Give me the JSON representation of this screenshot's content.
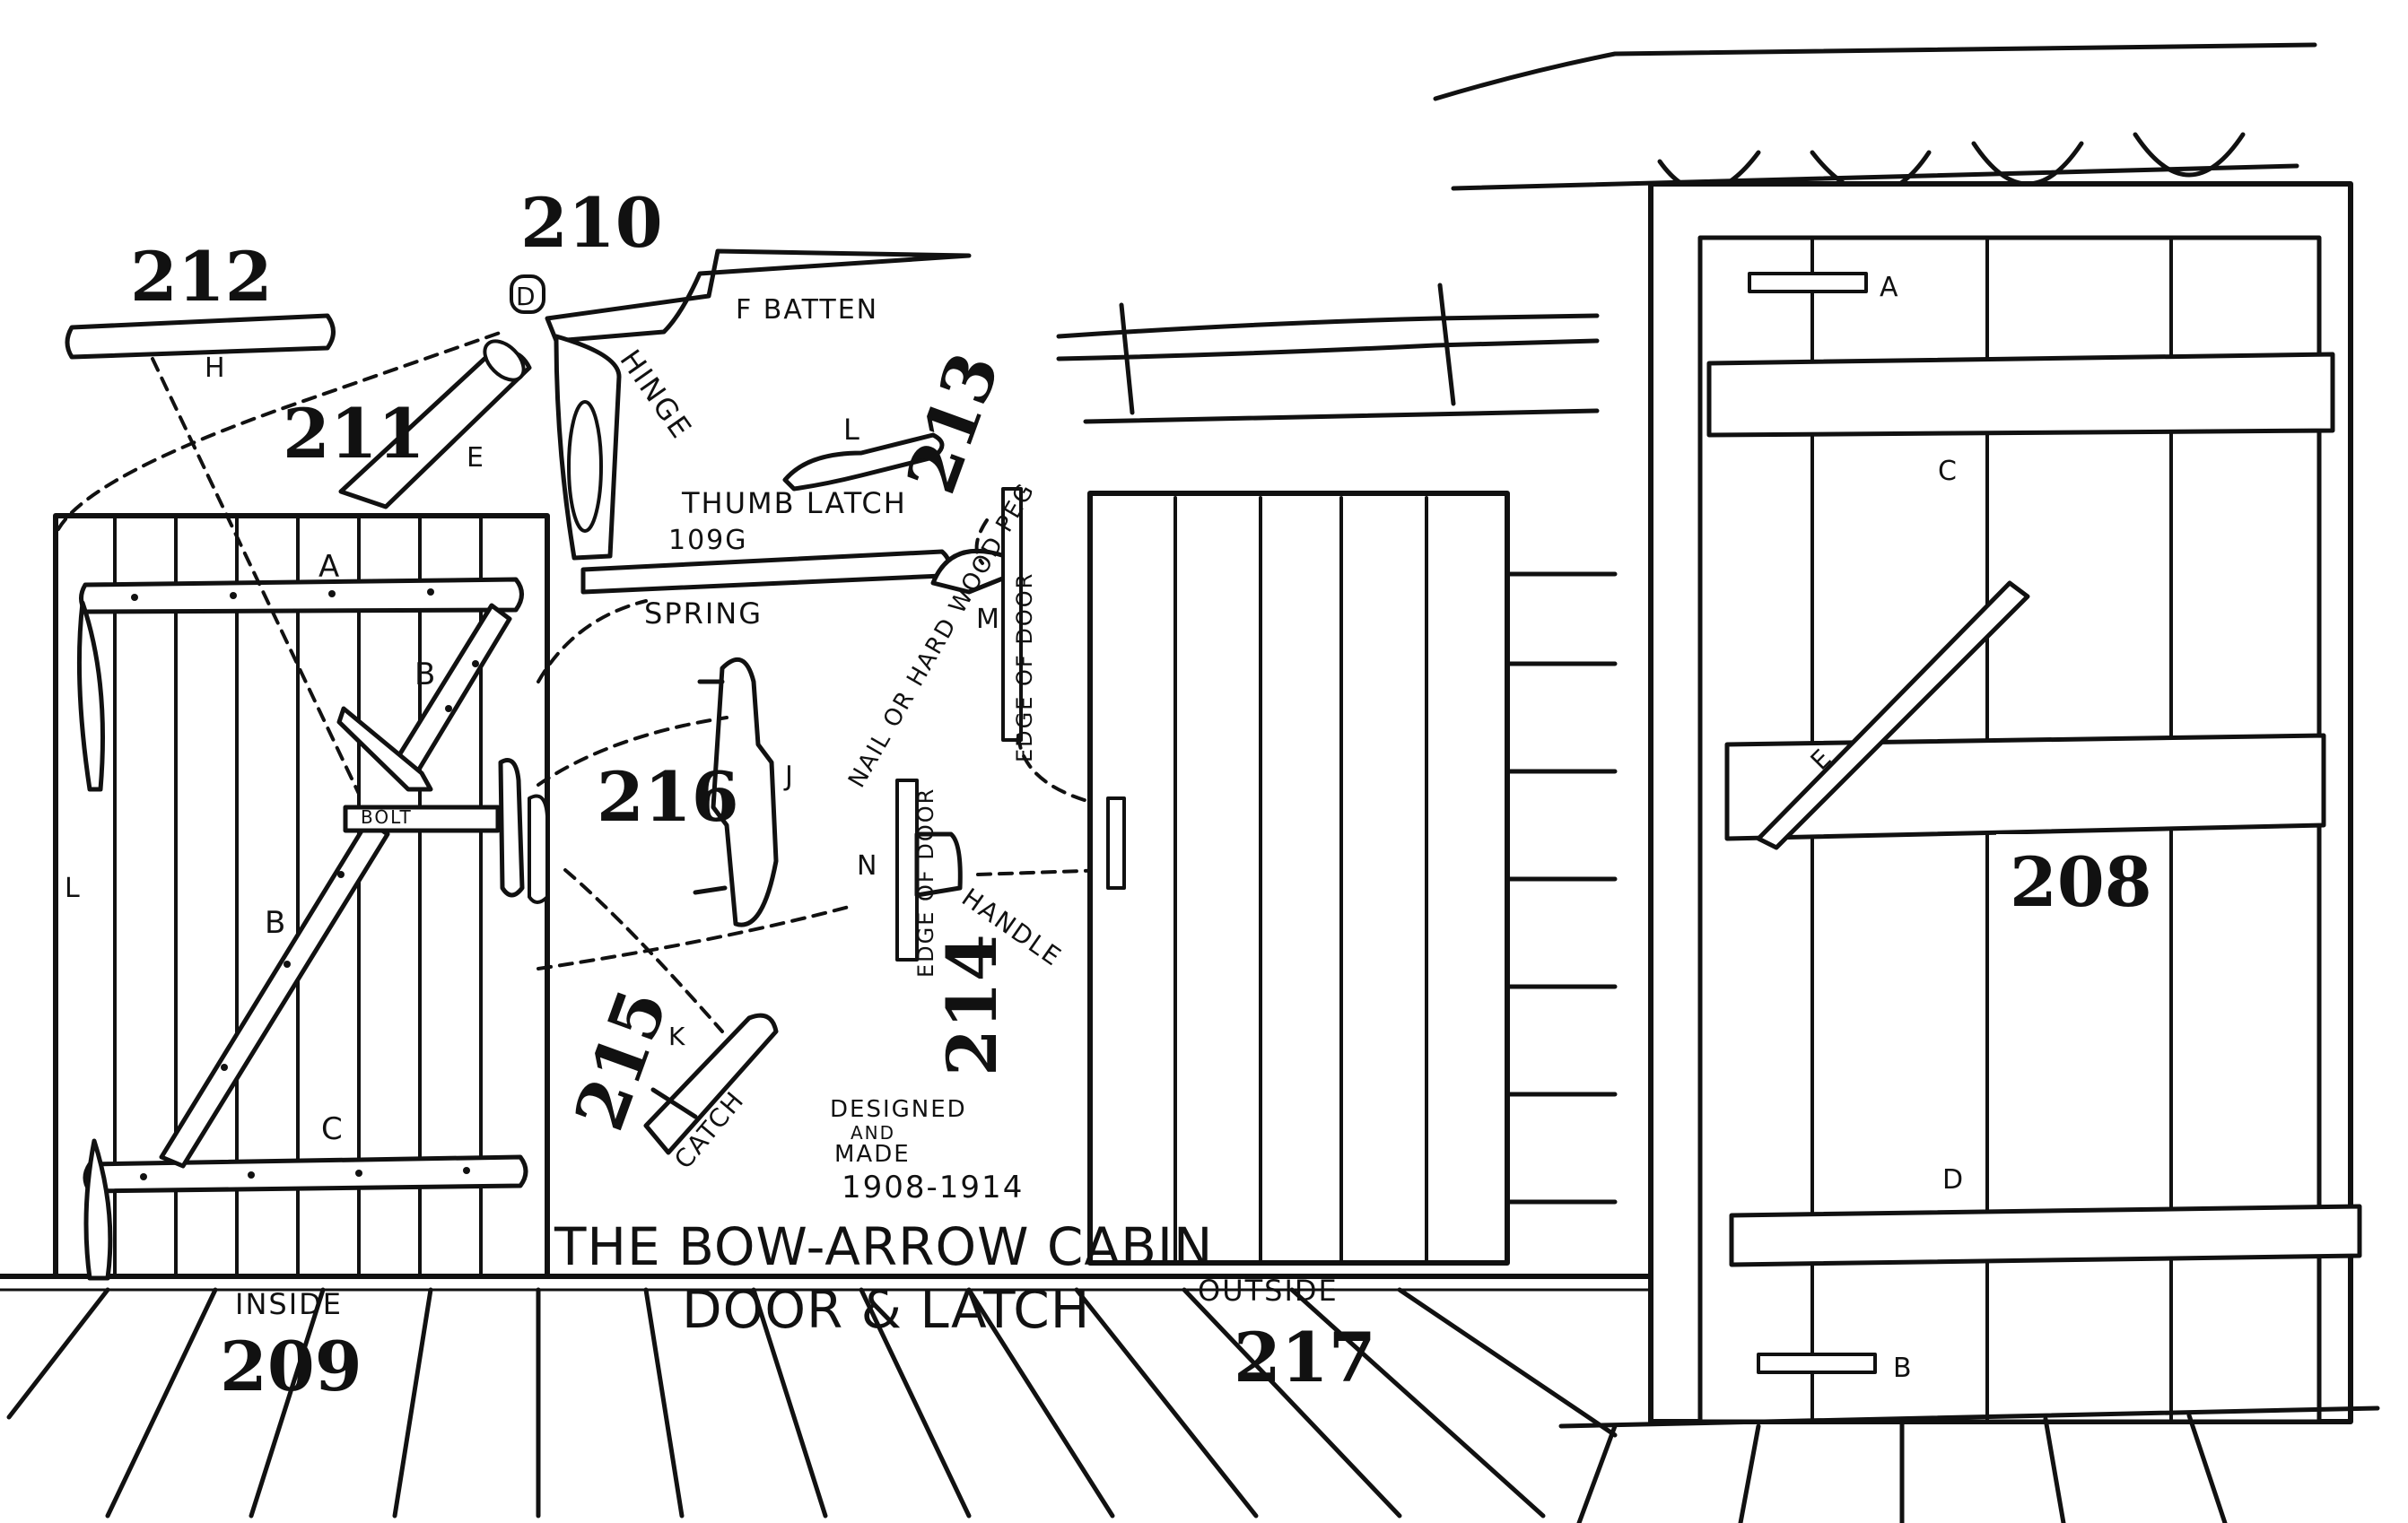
{
  "figures": {
    "fig_208": "208",
    "fig_209": "209",
    "fig_210": "210",
    "fig_211": "211",
    "fig_212": "212",
    "fig_213": "213",
    "fig_214": "214",
    "fig_215": "215",
    "fig_216": "216",
    "fig_217": "217"
  },
  "labels": {
    "batten": "F  BATTEN",
    "hinge": "HINGE",
    "thumb_latch": "THUMB LATCH",
    "part_l": "L",
    "code_109g": "109G",
    "spring": "SPRING",
    "part_e": "E",
    "part_h": "H",
    "part_d": "D",
    "part_m": "M",
    "part_j": "J",
    "part_n": "N",
    "part_k": "K",
    "nail_peg": "NAIL OR HARD WOOD PEG",
    "edge_of_door_213": "EDGE OF DOOR",
    "edge_of_door_214": "EDGE OF DOOR",
    "handle": "HANDLE",
    "catch": "CATCH",
    "bolt": "BOLT",
    "inside_a": "A",
    "inside_b_upper": "B",
    "inside_b_lower": "B",
    "inside_c": "C",
    "inside_l": "L",
    "inside": "INSIDE",
    "outside": "OUTSIDE",
    "right_a": "A",
    "right_b": "B",
    "right_c": "C",
    "right_d": "D",
    "right_e": "E"
  },
  "credits": {
    "designed": "DESIGNED",
    "and": "AND",
    "made": "MADE",
    "years": "1908-1914"
  },
  "title": {
    "line1": "THE BOW-ARROW CABIN",
    "line2": "DOOR & LATCH"
  }
}
